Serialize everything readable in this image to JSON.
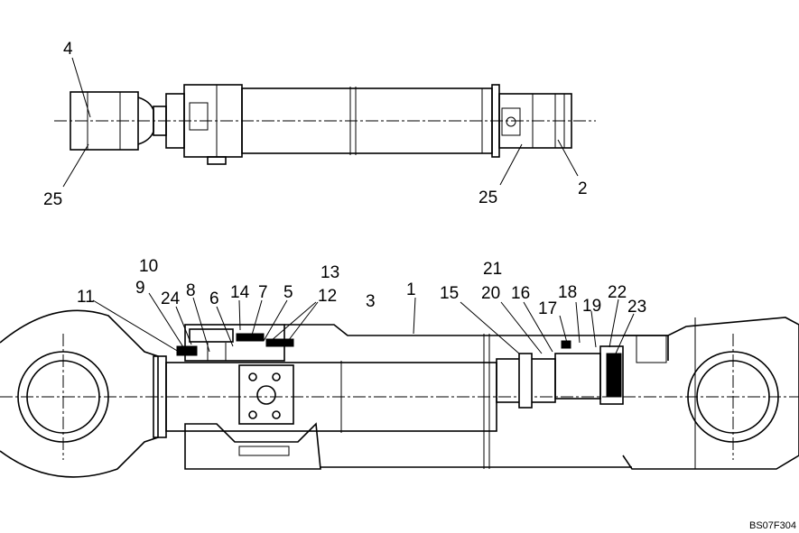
{
  "drawing_code": "BS07F304",
  "top_view_labels": [
    "4",
    "25",
    "25",
    "2"
  ],
  "section_labels": [
    "10",
    "21",
    "13",
    "1",
    "3",
    "9",
    "11",
    "24",
    "8",
    "6",
    "14",
    "7",
    "5",
    "12",
    "15",
    "20",
    "16",
    "18",
    "17",
    "19",
    "22",
    "23"
  ]
}
